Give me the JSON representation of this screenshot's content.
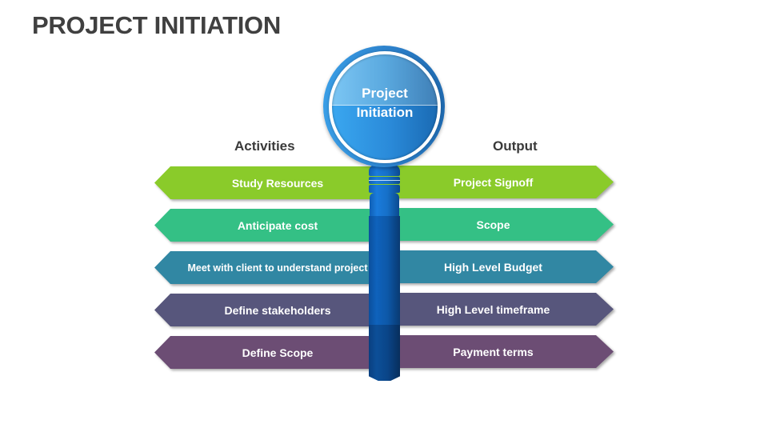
{
  "title": "PROJECT INITIATION",
  "center": {
    "line1": "Project",
    "line2": "Initiation"
  },
  "columns": {
    "left_heading": "Activities",
    "right_heading": "Output"
  },
  "activities": [
    {
      "label": "Study Resources",
      "color": "#8acb2a"
    },
    {
      "label": "Anticipate cost",
      "color": "#34c085"
    },
    {
      "label": "Meet with client to understand project",
      "color": "#3187a3"
    },
    {
      "label": "Define stakeholders",
      "color": "#57567c"
    },
    {
      "label": "Define Scope",
      "color": "#6c4d74"
    }
  ],
  "outputs": [
    {
      "label": "Project Signoff",
      "color": "#8acb2a"
    },
    {
      "label": "Scope",
      "color": "#34c085"
    },
    {
      "label": "High Level Budget",
      "color": "#3187a3"
    },
    {
      "label": "High Level timeframe",
      "color": "#57567c"
    },
    {
      "label": "Payment terms",
      "color": "#6c4d74"
    }
  ]
}
